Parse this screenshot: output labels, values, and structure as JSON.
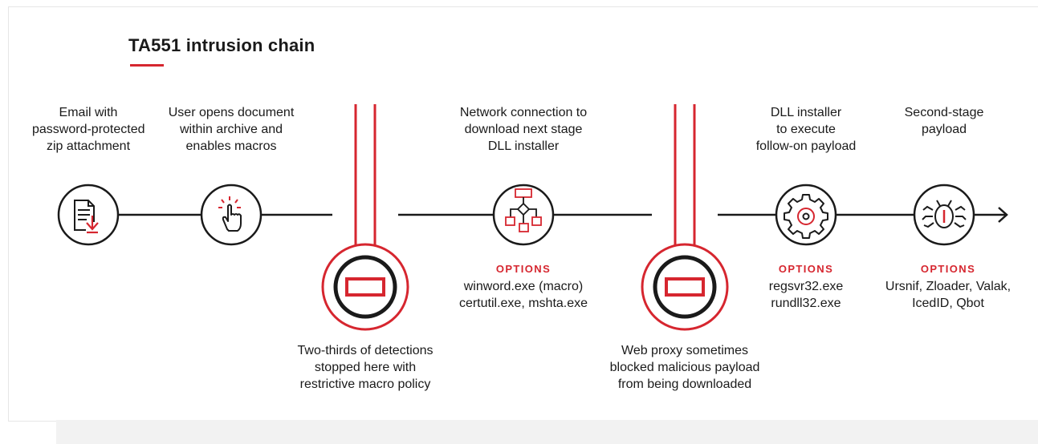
{
  "title": "TA551 intrusion chain",
  "colors": {
    "accent": "#d6262f",
    "ink": "#1a1a1a"
  },
  "steps": [
    {
      "id": "email",
      "icon": "document-download-icon",
      "caption": [
        "Email with",
        "password-protected",
        "zip attachment"
      ]
    },
    {
      "id": "macros",
      "icon": "hand-click-icon",
      "caption": [
        "User opens document",
        "within archive and",
        "enables macros"
      ]
    },
    {
      "id": "network",
      "icon": "flowchart-icon",
      "caption": [
        "Network connection to",
        "download next stage",
        "DLL installer"
      ],
      "options_label": "OPTIONS",
      "options": [
        "winword.exe (macro)",
        "certutil.exe, mshta.exe"
      ]
    },
    {
      "id": "dll",
      "icon": "gear-icon",
      "caption": [
        "DLL installer",
        "to execute",
        "follow-on payload"
      ],
      "options_label": "OPTIONS",
      "options": [
        "regsvr32.exe",
        "rundll32.exe"
      ]
    },
    {
      "id": "payload",
      "icon": "bug-icon",
      "caption": [
        "Second-stage",
        "payload"
      ],
      "options_label": "OPTIONS",
      "options": [
        "Ursnif, Zloader, Valak,",
        "IcedID, Qbot"
      ]
    }
  ],
  "blockers": [
    {
      "id": "macro-policy",
      "icon": "stop-icon",
      "caption": [
        "Two-thirds of detections",
        "stopped here with",
        "restrictive macro policy"
      ]
    },
    {
      "id": "web-proxy",
      "icon": "stop-icon",
      "caption": [
        "Web proxy sometimes",
        "blocked malicious payload",
        "from being downloaded"
      ]
    }
  ]
}
